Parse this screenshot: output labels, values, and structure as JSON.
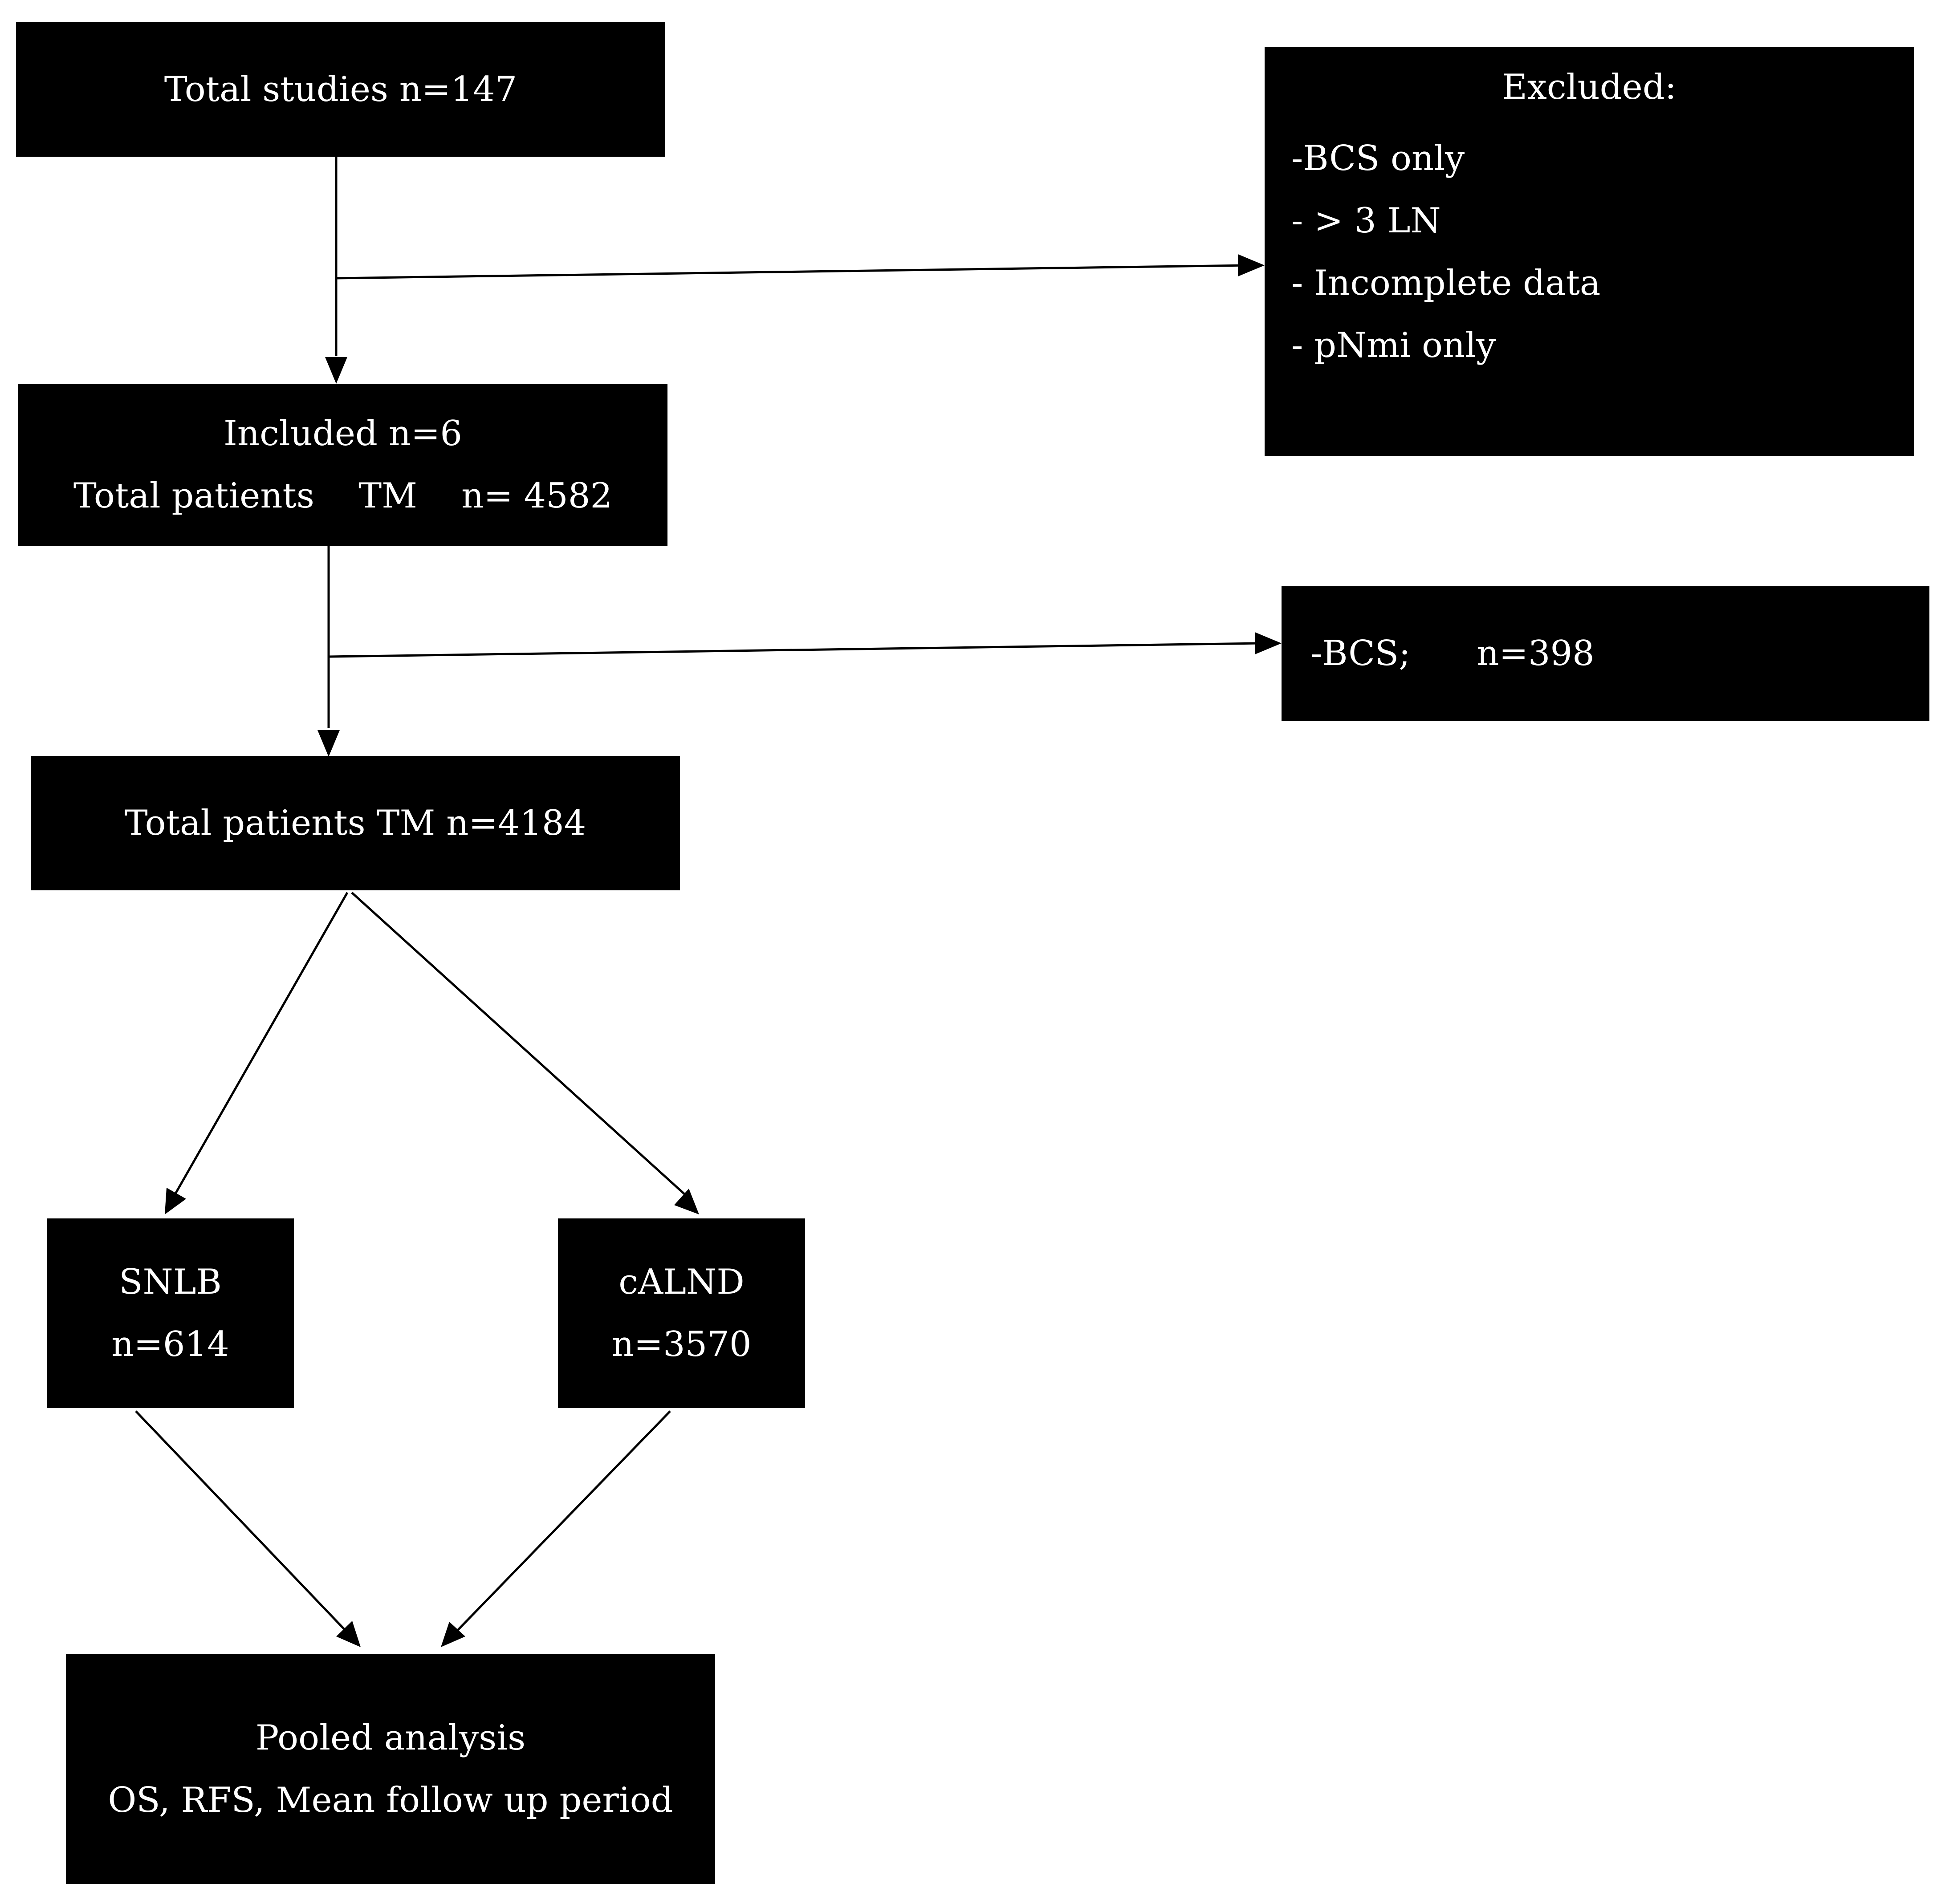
{
  "diagram": {
    "total_studies": {
      "line1": "Total studies n=147"
    },
    "excluded": {
      "title": "Excluded:",
      "items": [
        "-BCS only",
        "- > 3 LN",
        "- Incomplete data",
        "- pNmi only"
      ]
    },
    "included": {
      "line1": "Included n=6",
      "line2": "Total patients    TM    n= 4582"
    },
    "bcs": {
      "line1": "-BCS;      n=398"
    },
    "total_tm": {
      "line1": "Total patients TM n=4184"
    },
    "snlb": {
      "line1": "SNLB",
      "line2": "n=614"
    },
    "calnd": {
      "line1": "cALND",
      "line2": "n=3570"
    },
    "pooled": {
      "line1": "Pooled analysis",
      "line2": "OS, RFS, Mean follow up period"
    }
  }
}
